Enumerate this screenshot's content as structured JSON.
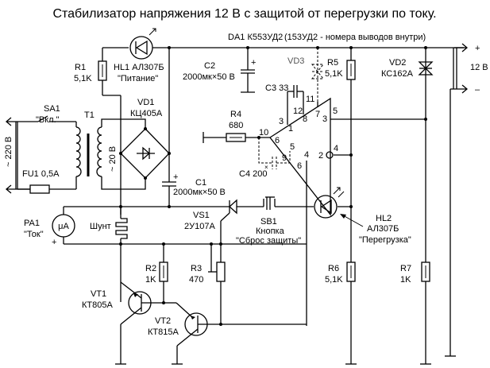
{
  "title": "Стабилизатор напряжения 12 В с защитой от перегрузки по току.",
  "components": {
    "da1": {
      "ref": "DA1 К553УД2",
      "note": "(153УД2 - номера выводов внутри)"
    },
    "hl1": {
      "ref": "HL1 АЛ307Б",
      "label": "\"Питание\""
    },
    "r1": {
      "ref": "R1",
      "value": "5,1K"
    },
    "c2": {
      "ref": "C2",
      "value": "2000мк×50 В"
    },
    "vd3": {
      "ref": "VD3"
    },
    "r5": {
      "ref": "R5",
      "value": "5,1K"
    },
    "vd2": {
      "ref": "VD2",
      "value": "КС162А"
    },
    "sa1": {
      "ref": "SA1",
      "label": "\"Вкл.\""
    },
    "t1": {
      "ref": "T1",
      "secondary": "~ 20 В"
    },
    "mains": {
      "label": "~ 220 В"
    },
    "fu1": {
      "ref": "FU1",
      "value": "0,5А"
    },
    "vd1": {
      "ref": "VD1",
      "value": "КЦ405А"
    },
    "r4": {
      "ref": "R4",
      "value": "680"
    },
    "c3": {
      "ref": "C3",
      "value": "33"
    },
    "c4": {
      "ref": "C4",
      "value": "200",
      "mark": "×"
    },
    "c1": {
      "ref": "C1",
      "value": "2000мк×50 В"
    },
    "pa1": {
      "ref": "PA1",
      "label": "\"Ток\"",
      "symbol": "μA",
      "plus": "+"
    },
    "shunt": {
      "label": "Шунт"
    },
    "vs1": {
      "ref": "VS1",
      "value": "2У107А"
    },
    "sb1": {
      "ref": "SB1",
      "type": "Кнопка",
      "label": "\"Сброс защиты\""
    },
    "hl2": {
      "ref": "HL2",
      "value": "АЛ307Б",
      "label": "\"Перегрузка\""
    },
    "r2": {
      "ref": "R2",
      "value": "1K"
    },
    "r3": {
      "ref": "R3",
      "value": "470"
    },
    "r6": {
      "ref": "R6",
      "value": "5,1K"
    },
    "r7": {
      "ref": "R7",
      "value": "1K"
    },
    "vt1": {
      "ref": "VT1",
      "value": "КТ805А"
    },
    "vt2": {
      "ref": "VT2",
      "value": "КТ815А"
    }
  },
  "output": {
    "plus": "+",
    "minus": "–",
    "voltage": "12 В"
  },
  "opamp_pins": {
    "p11": "11",
    "p12": "12",
    "p7": "7",
    "p8": "8",
    "p3a": "3",
    "p1": "1",
    "p3b": "3",
    "p5a": "5",
    "p10": "10",
    "p6a": "6",
    "p5b": "5",
    "p9": "9",
    "p4a": "4",
    "p2": "2",
    "p4b": "4",
    "p6b": "6"
  },
  "capacitor_plus": "+"
}
